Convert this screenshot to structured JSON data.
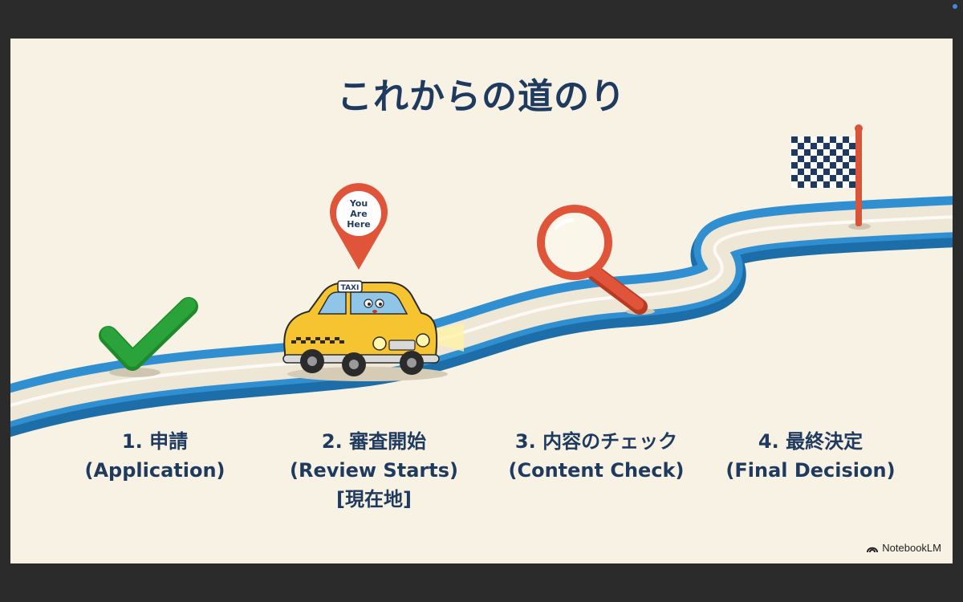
{
  "slide": {
    "title": "これからの道のり",
    "pin_lines": [
      "You",
      "Are",
      "Here"
    ],
    "taxi_sign": "TAXI",
    "steps": [
      {
        "title": "1. 申請",
        "subtitle": "(Application)",
        "extra": ""
      },
      {
        "title": "2. 審査開始",
        "subtitle": "(Review Starts)",
        "extra": "[現在地]"
      },
      {
        "title": "3. 内容のチェック",
        "subtitle": "(Content Check)",
        "extra": ""
      },
      {
        "title": "4. 最終決定",
        "subtitle": "(Final Decision)",
        "extra": ""
      }
    ],
    "brand": "NotebookLM"
  },
  "colors": {
    "title": "#1f3a5f",
    "road_blue": "#2f8fd0",
    "road_surface": "#efe7d6",
    "check": "#2aa33a",
    "pin": "#e0553a",
    "taxi": "#f6c331",
    "flag_check": "#1f3a5f"
  }
}
